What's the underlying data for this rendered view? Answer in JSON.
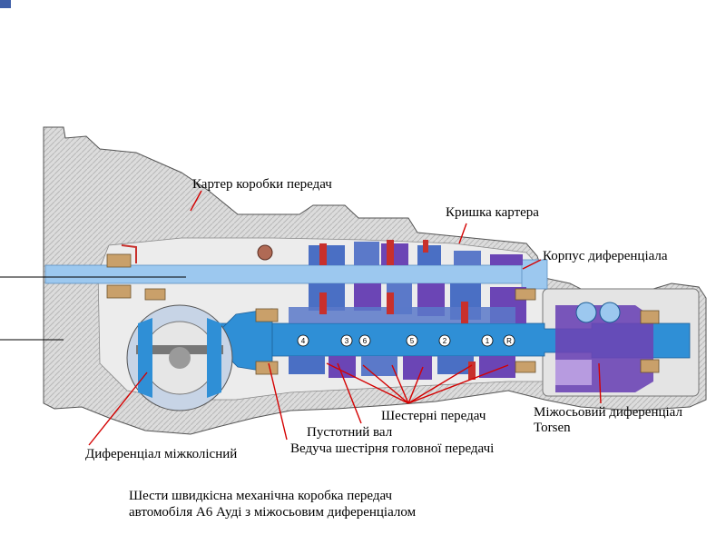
{
  "labels": {
    "housing": "Картер коробки передач",
    "cover": "Кришка картера",
    "diff_housing": "Корпус диференціала",
    "gears": "Шестерні передач",
    "hollow_shaft": "Пустотний вал",
    "drive_pinion": "Ведуча шестірня головної передачі",
    "wheel_diff": "Диференціал міжколісний",
    "center_diff_1": "Міжосьовий диференціал",
    "center_diff_2": "Torsen"
  },
  "gear_numbers": [
    "4",
    "3",
    "6",
    "5",
    "2",
    "1",
    "R"
  ],
  "caption": {
    "line1": "Шести швидкісна механічна коробка передач",
    "line2": "автомобіля А6 Ауді з міжосьовим диференціалом"
  },
  "colors": {
    "shaft_blue": "#2f8fd6",
    "light_blue": "#9cc8ef",
    "purple": "#6b45b5",
    "red": "#c8302c",
    "casing_gray": "#d9d9d9",
    "arrow_red": "#d40000"
  }
}
